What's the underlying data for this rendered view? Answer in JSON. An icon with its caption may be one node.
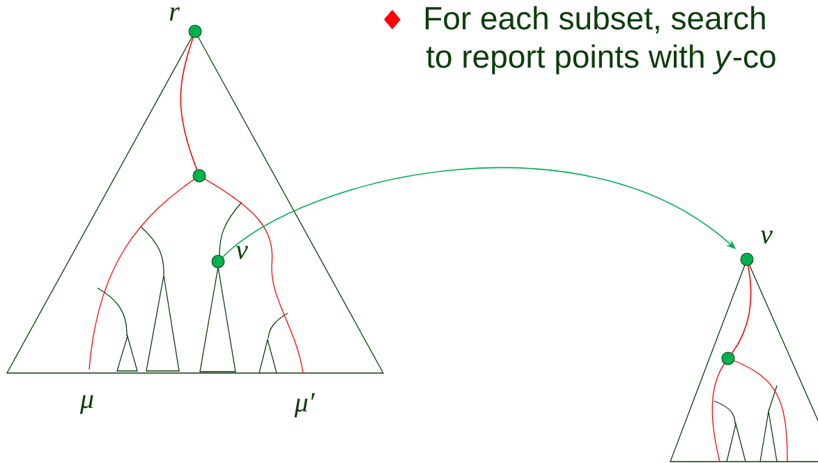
{
  "diagram": {
    "nodes": [
      {
        "text": [],
        "shape": "circle",
        "beside": [
          "r"
        ]
      },
      {
        "text": [],
        "shape": "circle"
      },
      {
        "text": [],
        "shape": "circle",
        "beside": [
          "v"
        ]
      },
      {
        "text": [],
        "shape": "circle",
        "beside": [
          "v"
        ]
      },
      {
        "text": [],
        "shape": "circle"
      }
    ],
    "edges": [
      {
        "from": 0,
        "to": 1,
        "arrow": "none",
        "color": "#ff0000"
      },
      {
        "from": 2,
        "to": 3,
        "arrow": "to",
        "color": "#00b050"
      },
      {
        "from": 3,
        "to": 4,
        "arrow": "none",
        "color": "#ff0000"
      }
    ],
    "labels": [
      "For each subset, search",
      "to report points with *y*-co",
      "μ",
      "μ′"
    ]
  }
}
